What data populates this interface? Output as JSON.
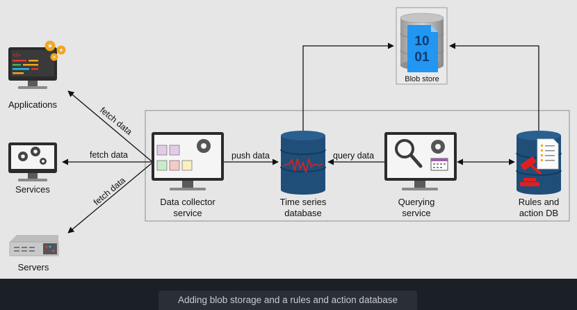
{
  "nodes": {
    "applications": "Applications",
    "services": "Services",
    "servers": "Servers",
    "data_collector": [
      "Data collector",
      "service"
    ],
    "time_series_db": [
      "Time series",
      "database"
    ],
    "querying": [
      "Querying",
      "service"
    ],
    "rules_db": [
      "Rules and",
      "action DB"
    ],
    "blob_store": "Blob store",
    "blob_digits": [
      "10",
      "01"
    ]
  },
  "edges": {
    "fetch_apps": "fetch data",
    "fetch_services": "fetch data",
    "fetch_servers": "fetch data",
    "push": "push data",
    "query": "query data"
  },
  "caption": "Adding blob storage and a rules and action database",
  "colors": {
    "canvas": "#e6e6e6",
    "db_blue": "#1f4e79",
    "monitor_dark": "#2b2b2b",
    "gear_orange": "#f2a71b",
    "alert_red": "#e02020",
    "caption_bg": "#2a2f37"
  }
}
